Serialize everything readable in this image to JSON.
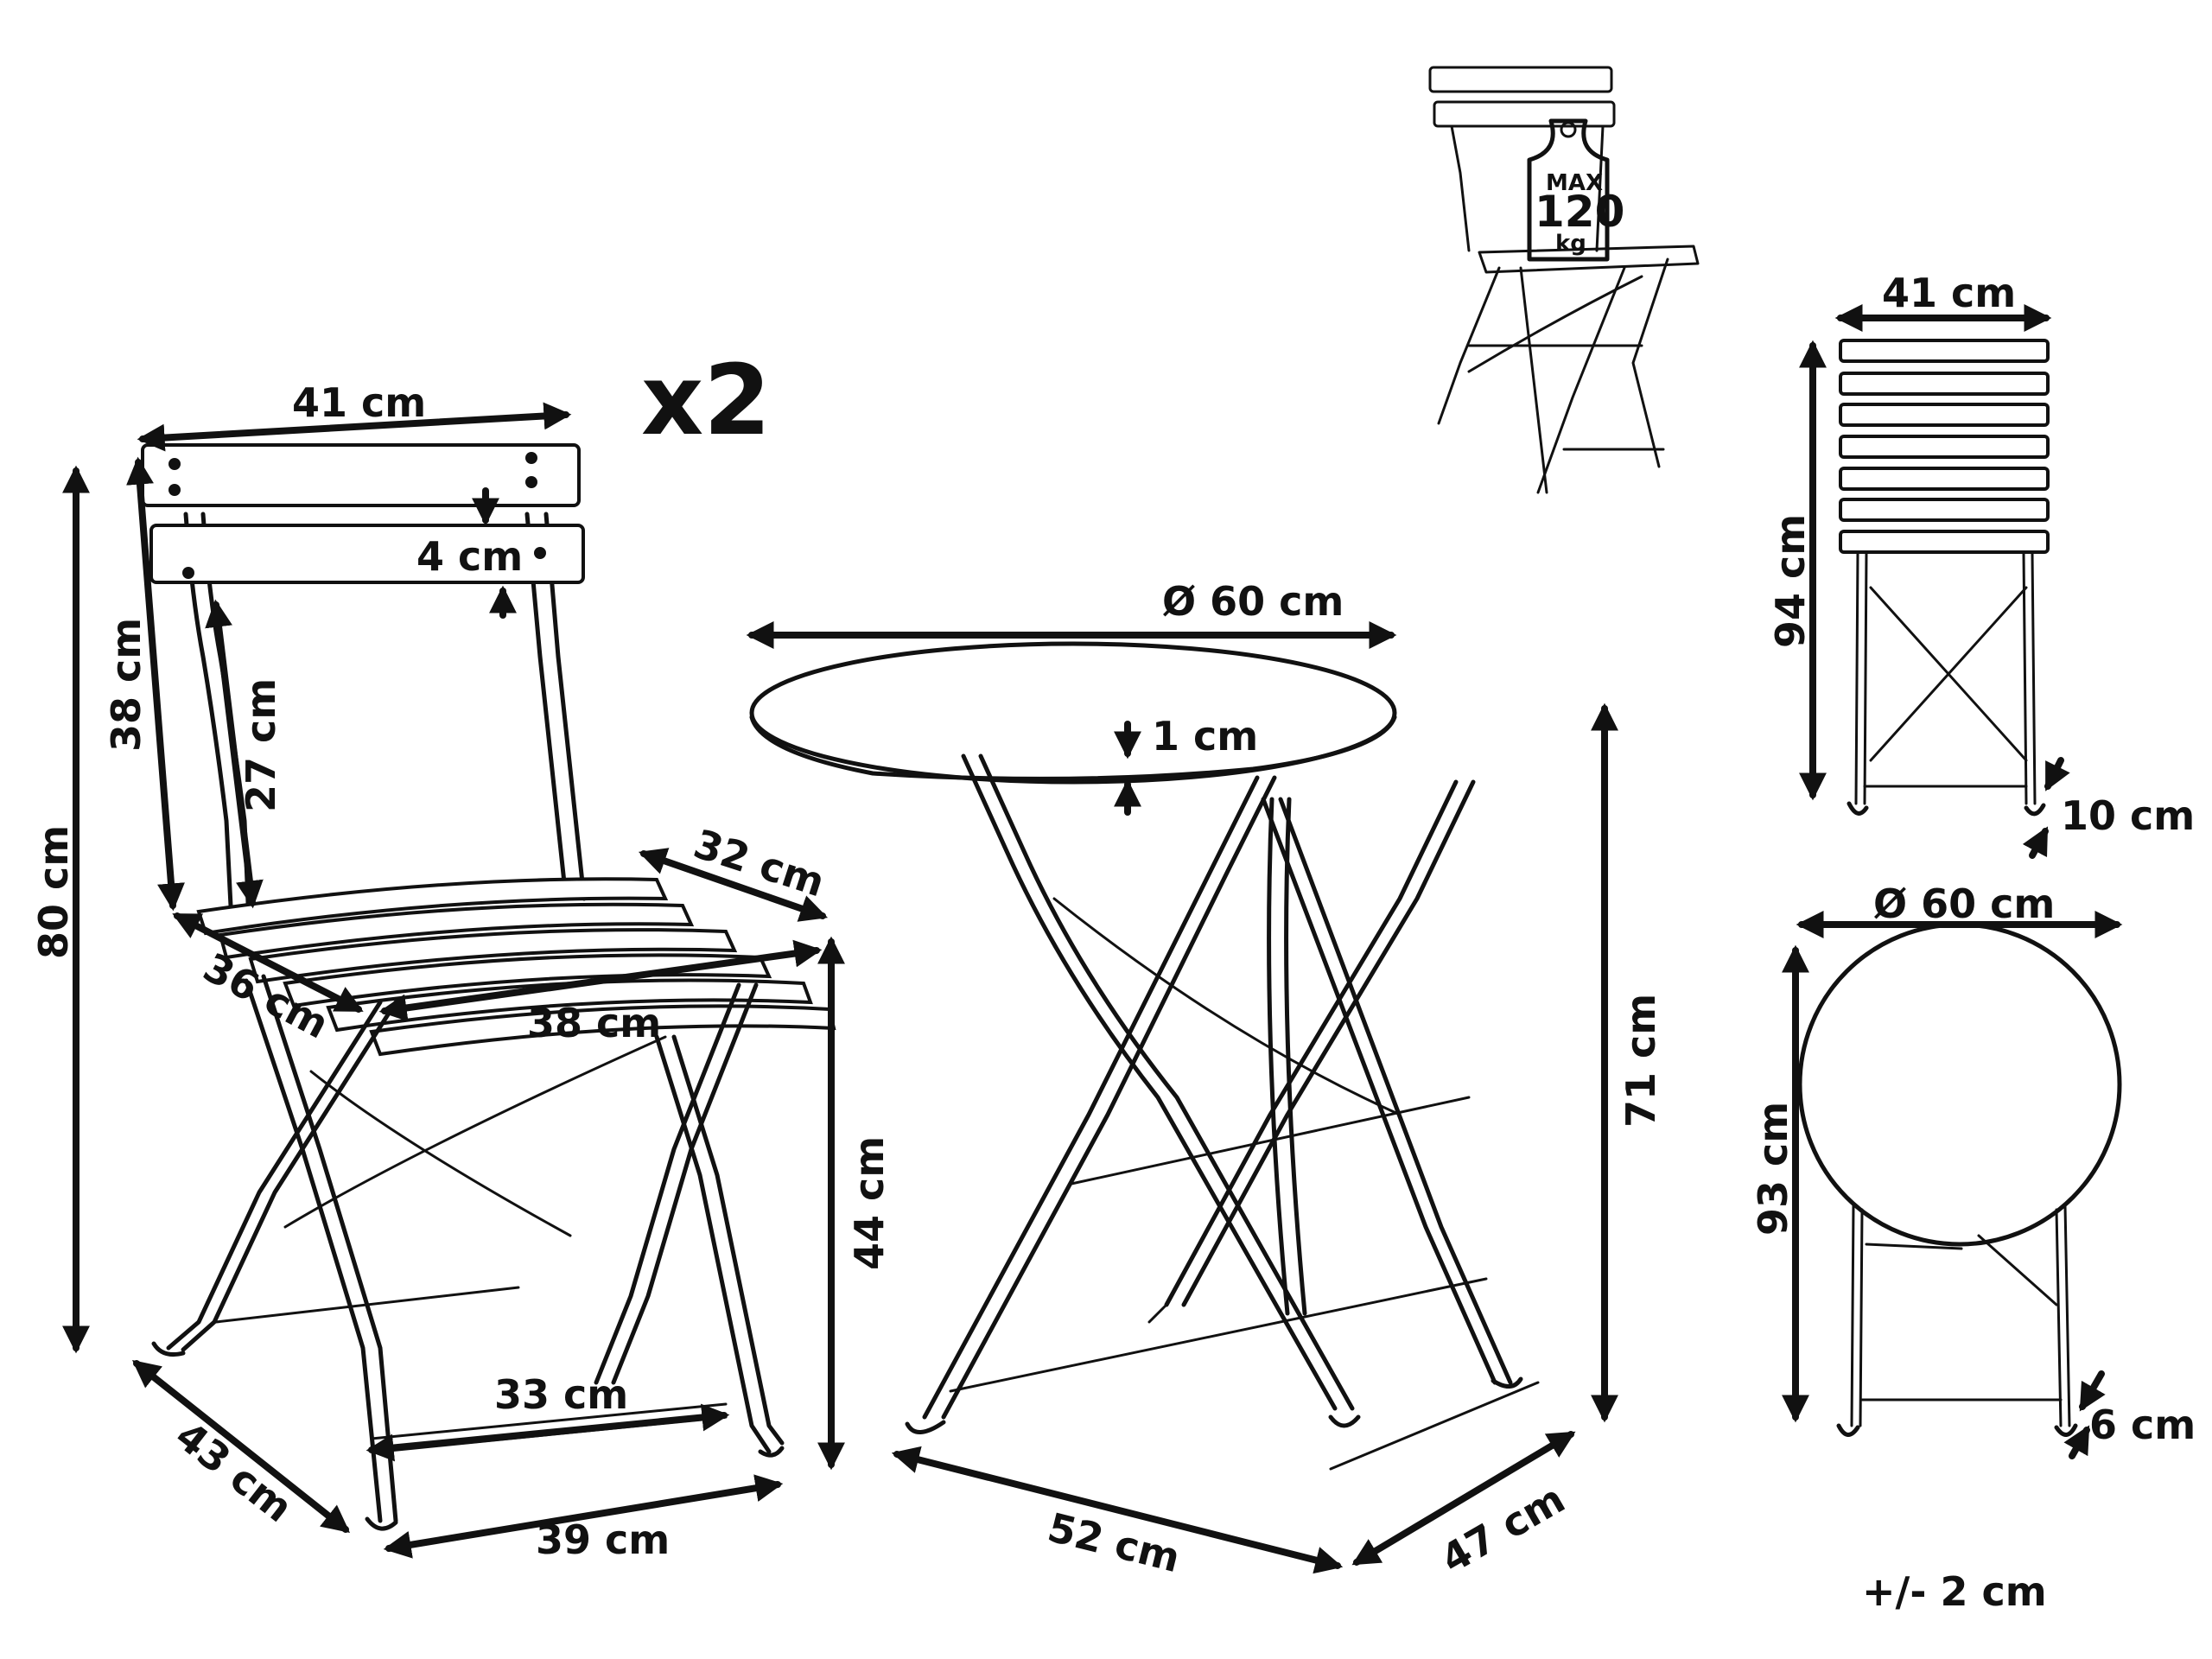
{
  "multiplier": "x2",
  "chair": {
    "width_top": "41 cm",
    "slat_gap": "4 cm",
    "back_height": "38 cm",
    "back_inner": "27 cm",
    "total_height": "80 cm",
    "seat_depth": "32 cm",
    "seat_side": "36 cm",
    "seat_width": "38 cm",
    "seat_height": "44 cm",
    "bar_width": "33 cm",
    "base_depth": "43 cm",
    "base_width": "39 cm"
  },
  "weight": {
    "line1": "MAX",
    "line2": "120",
    "line3": "kg"
  },
  "table": {
    "diameter": "Ø 60 cm",
    "top_thickness": "1 cm",
    "height": "71 cm",
    "base_width": "52 cm",
    "base_depth": "47 cm"
  },
  "folded_chair": {
    "width": "41 cm",
    "height": "94 cm",
    "thickness": "10 cm"
  },
  "folded_table": {
    "diameter": "Ø 60 cm",
    "height": "93 cm",
    "thickness": "6 cm"
  },
  "tolerance": "+/- 2 cm"
}
